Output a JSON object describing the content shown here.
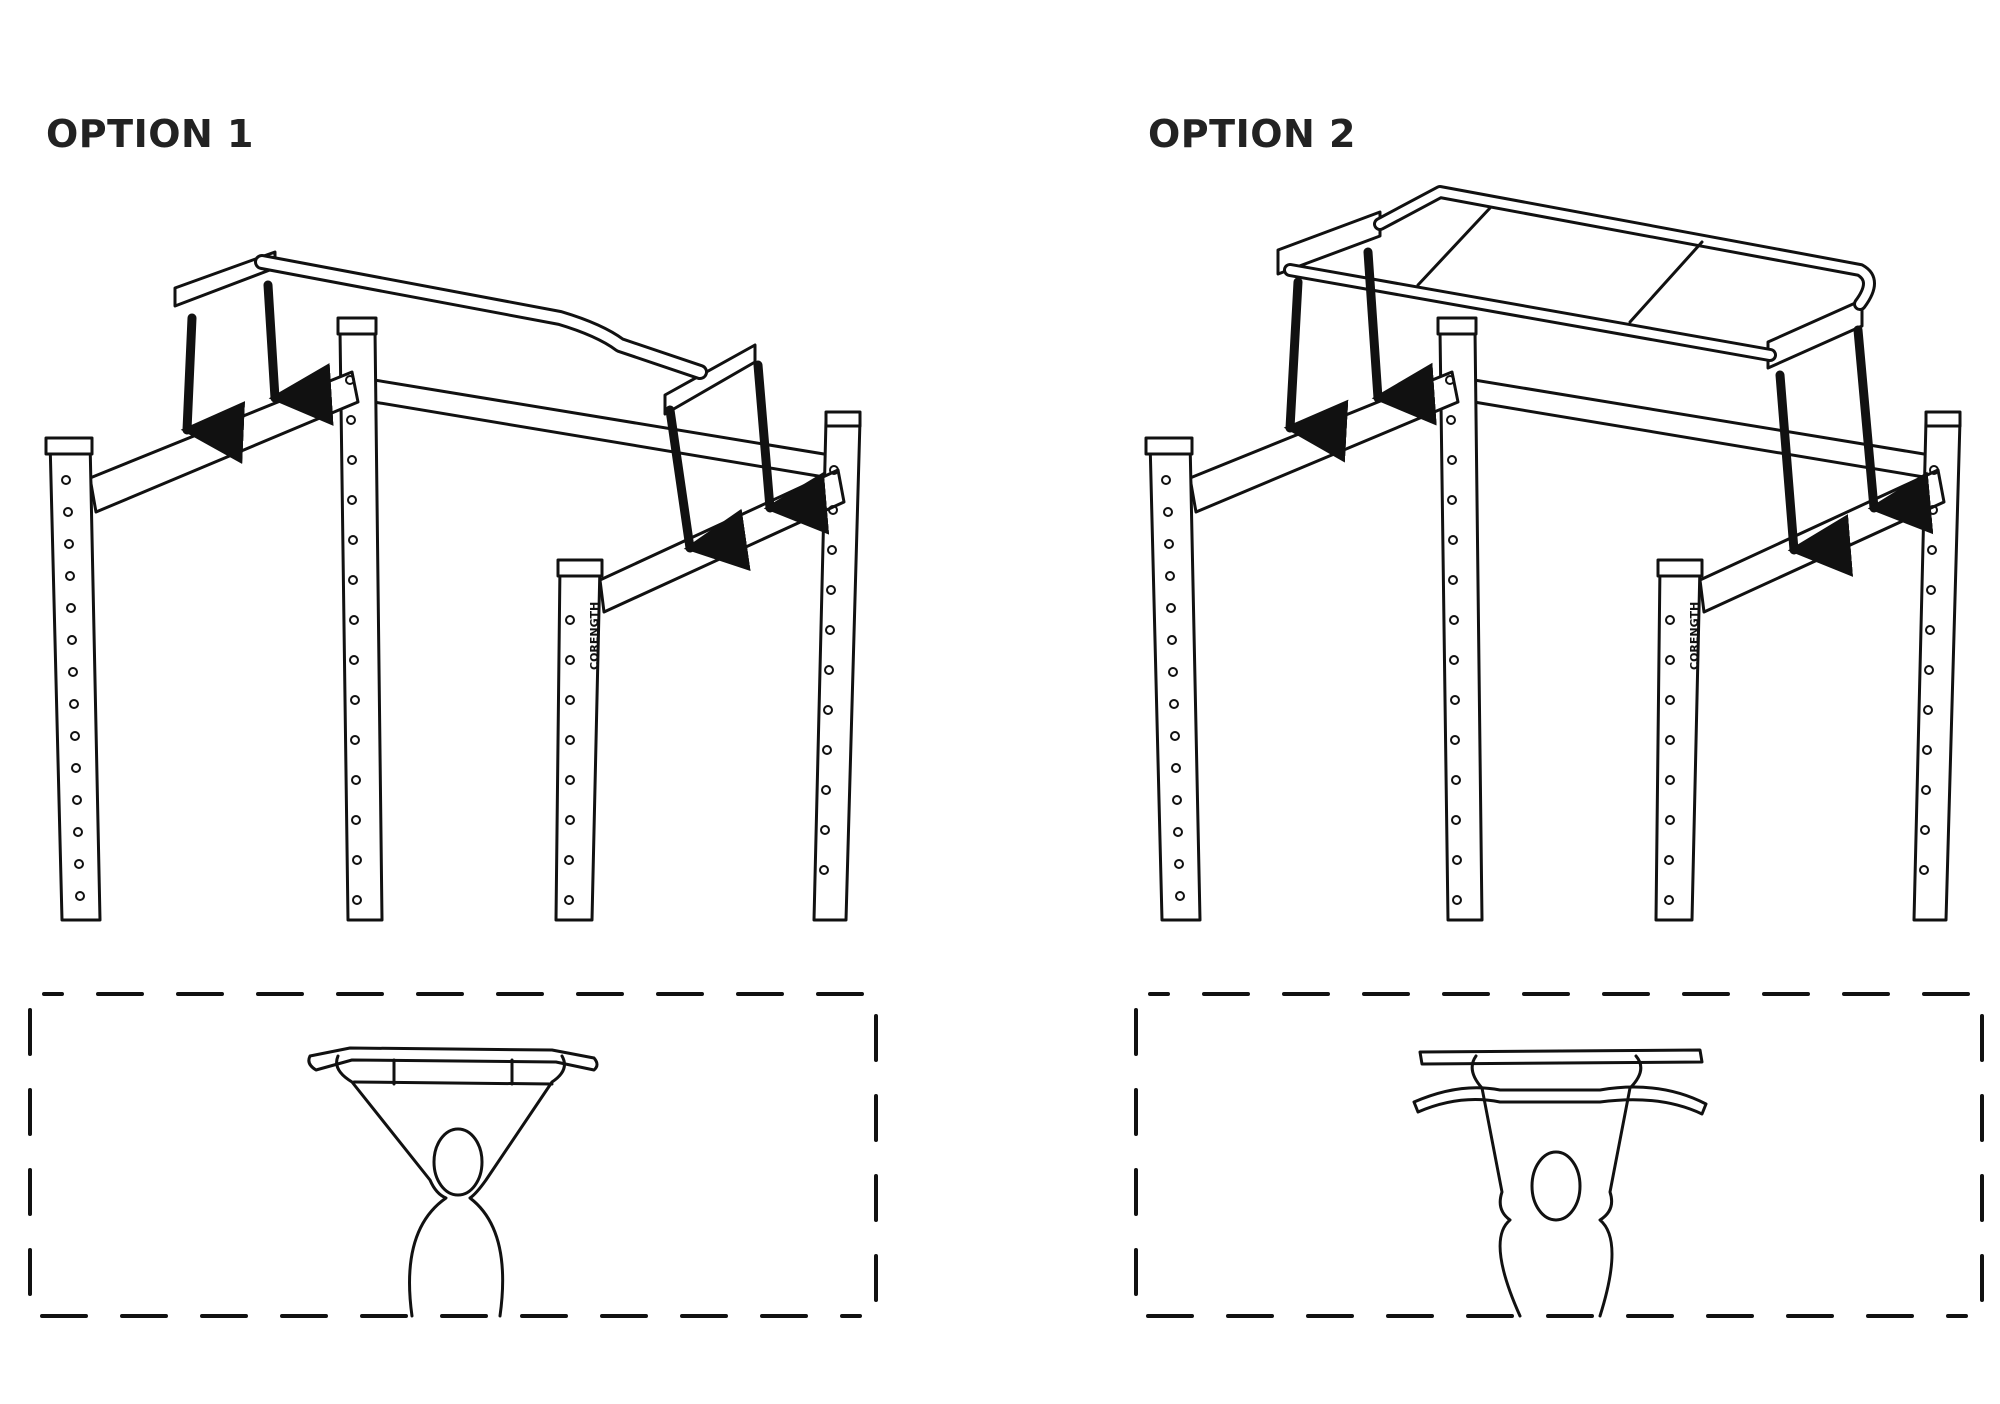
{
  "options": [
    {
      "title": "OPTION 1",
      "brand": "CORENGTH"
    },
    {
      "title": "OPTION 2",
      "brand": "CORENGTH"
    }
  ],
  "colors": {
    "line": "#111111",
    "background": "#ffffff",
    "title": "#222222"
  }
}
